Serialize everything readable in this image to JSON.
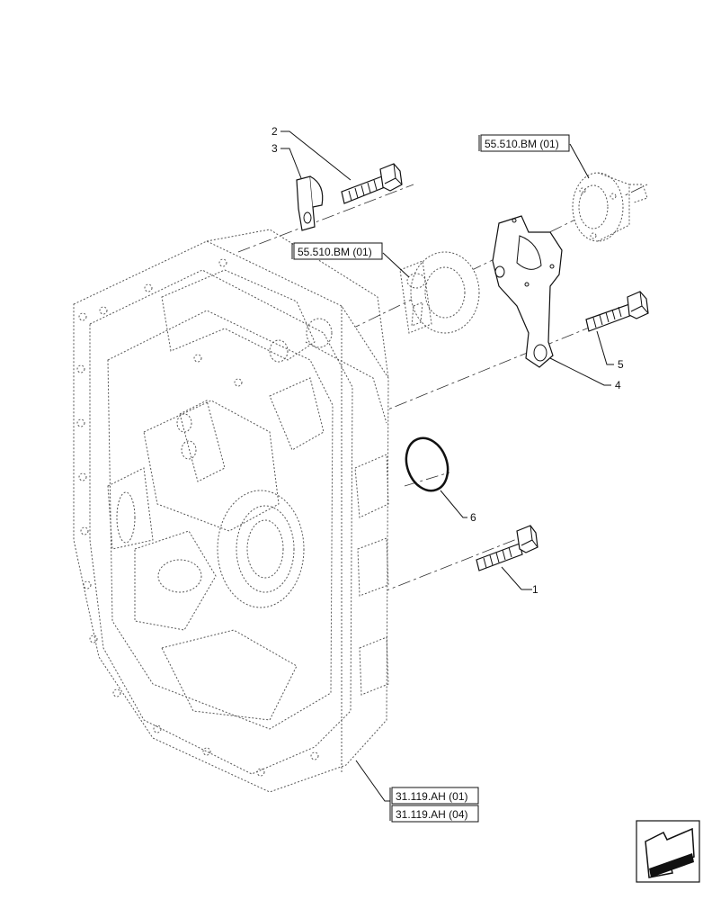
{
  "callouts": {
    "c1": "1",
    "c2": "2",
    "c3": "3",
    "c4": "4",
    "c5": "5",
    "c6": "6"
  },
  "references": {
    "ref_top_right": "55.510.BM (01)",
    "ref_middle": "55.510.BM (01)",
    "ref_bottom_1": "31.119.AH (01)",
    "ref_bottom_2": "31.119.AH (04)"
  },
  "icons": {
    "navigation": "previous-page-arrow-icon"
  }
}
